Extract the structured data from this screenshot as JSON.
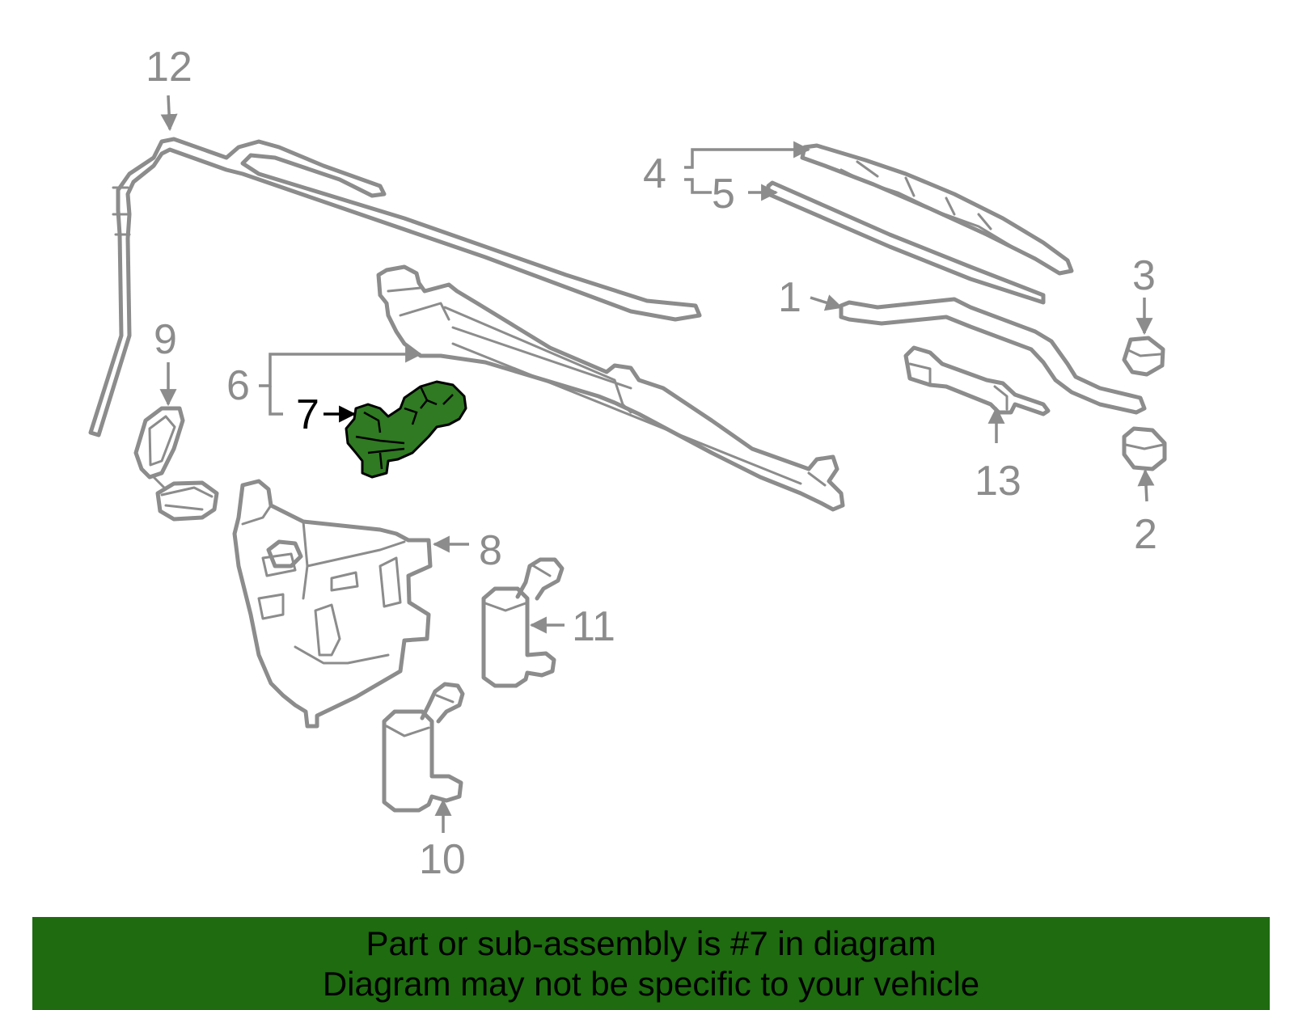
{
  "colors": {
    "part_outline": "#8c8c8c",
    "highlight_fill": "#2f7a22",
    "banner_background": "#1e6b10",
    "active_label": "#000000"
  },
  "callouts": {
    "c1": "1",
    "c2": "2",
    "c3": "3",
    "c4": "4",
    "c5": "5",
    "c6": "6",
    "c7": "7",
    "c8": "8",
    "c9": "9",
    "c10": "10",
    "c11": "11",
    "c12": "12",
    "c13": "13"
  },
  "highlighted_part": "7",
  "banner": {
    "line1": "Part or sub-assembly is #7 in diagram",
    "line2": "Diagram may not be specific to your vehicle"
  }
}
